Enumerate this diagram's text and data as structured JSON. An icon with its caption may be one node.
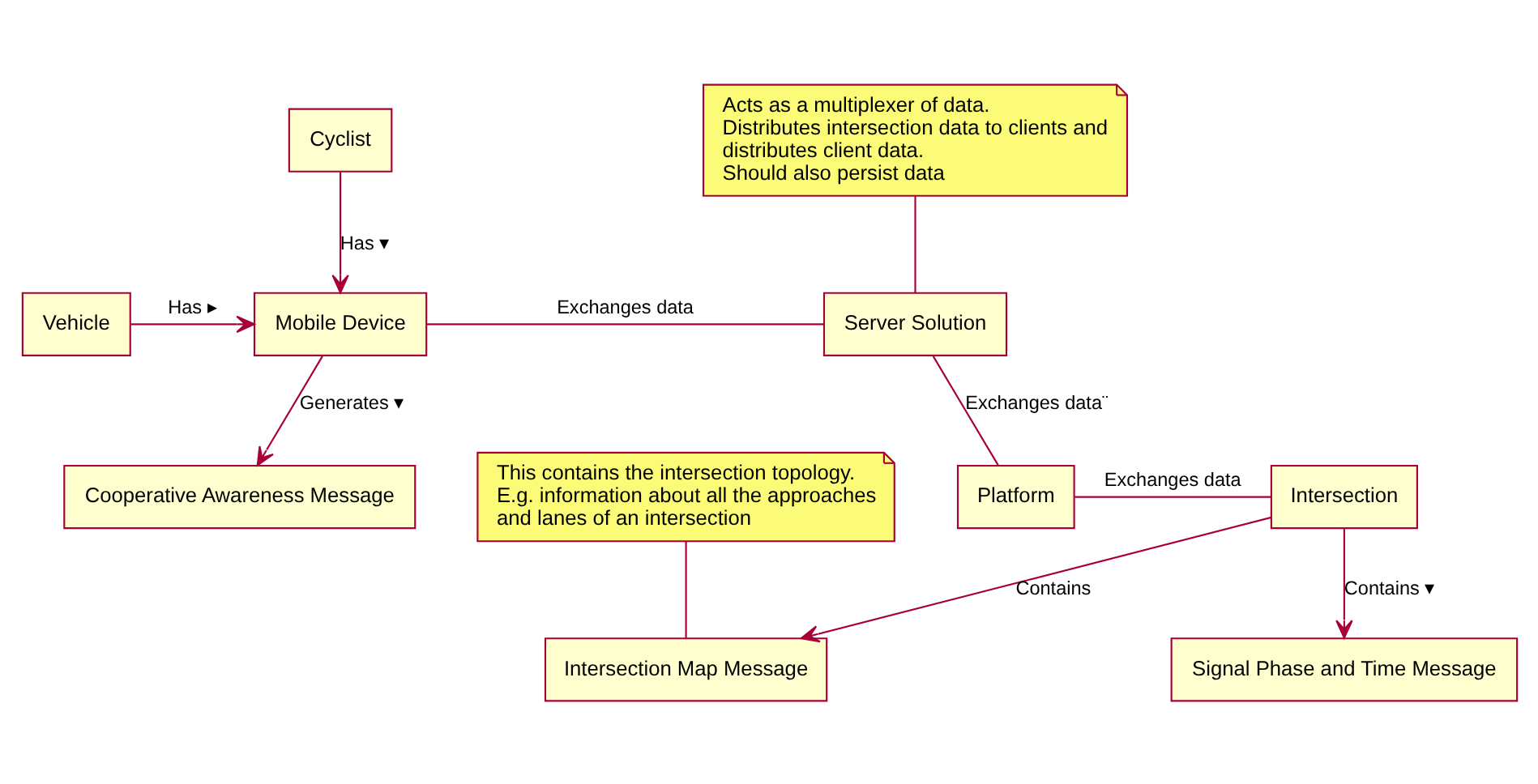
{
  "diagram": {
    "nodes": [
      {
        "text": [
          "Cyclist"
        ]
      },
      {
        "text": [
          "Vehicle"
        ]
      },
      {
        "text": [
          "Mobile Device"
        ]
      },
      {
        "text": [
          "Server Solution"
        ]
      },
      {
        "text": [
          "Intersection Map Message"
        ]
      },
      {
        "text": [
          "Cooperative Awareness Message"
        ]
      },
      {
        "text": [
          "Platform"
        ]
      },
      {
        "text": [
          "Intersection"
        ]
      },
      {
        "text": [
          "Signal Phase and Time Message"
        ]
      },
      {
        "text": [
          "Acts as a multiplexer of data.",
          "Distributes intersection data to clients and distributes client data.",
          "Should also persist data"
        ]
      },
      {
        "text": [
          "This contains the intersection topology.",
          "E.g. information about all the approaches and lanes of an intersection"
        ]
      }
    ],
    "edges": [
      {
        "from": 0,
        "to": 2,
        "arrow": "to",
        "label": "Has ▾"
      },
      {
        "from": 1,
        "to": 2,
        "arrow": "to",
        "label": "Has ▸"
      },
      {
        "from": 2,
        "to": 3,
        "arrow": "none",
        "label": "Exchanges data"
      },
      {
        "from": 2,
        "to": 5,
        "arrow": "to",
        "label": "Generates ▾"
      },
      {
        "from": 3,
        "to": 6,
        "arrow": "none",
        "label": "Exchanges data¨"
      },
      {
        "from": 6,
        "to": 7,
        "arrow": "none",
        "label": "Exchanges data"
      },
      {
        "from": 7,
        "to": 4,
        "arrow": "to",
        "label": "Contains"
      },
      {
        "from": 7,
        "to": 8,
        "arrow": "to",
        "label": "Contains ▾"
      },
      {
        "from": 9,
        "to": 3,
        "arrow": "none"
      },
      {
        "from": 10,
        "to": 4,
        "arrow": "none"
      }
    ]
  }
}
